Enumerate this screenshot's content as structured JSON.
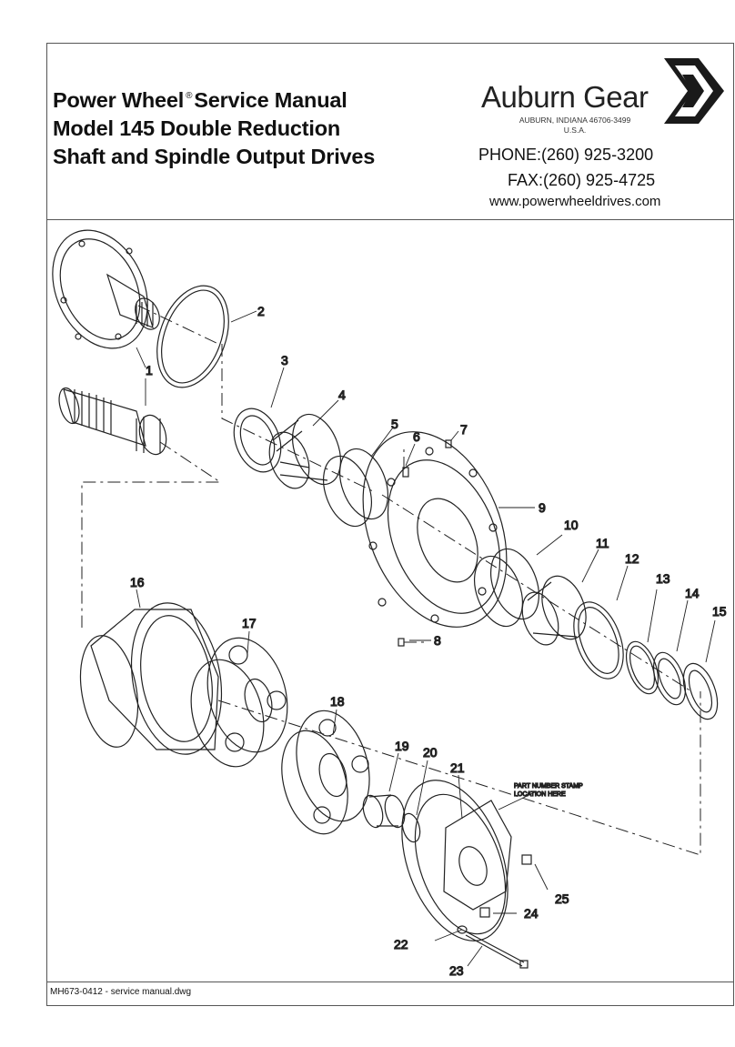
{
  "header": {
    "title_line1": "Power Wheel",
    "registered_mark": "®",
    "title_line1b": "Service Manual",
    "title_line2": "Model 145 Double Reduction",
    "title_line3": "Shaft and Spindle Output Drives"
  },
  "company": {
    "name": "Auburn Gear",
    "address": "AUBURN, INDIANA 46706-3499",
    "country": "U.S.A.",
    "phone": "PHONE:(260) 925-3200",
    "fax": "FAX:(260) 925-4725",
    "website": "www.powerwheeldrives.com"
  },
  "diagram": {
    "callouts": [
      "1",
      "2",
      "3",
      "4",
      "5",
      "6",
      "7",
      "8",
      "9",
      "10",
      "11",
      "12",
      "13",
      "14",
      "15",
      "16",
      "17",
      "18",
      "19",
      "20",
      "21",
      "22",
      "23",
      "24",
      "25"
    ],
    "stamp_note_line1": "PART NUMBER STAMP",
    "stamp_note_line2": "LOCATION HERE"
  },
  "footer": {
    "drawing_ref": "MH673-0412 - service manual.dwg"
  }
}
